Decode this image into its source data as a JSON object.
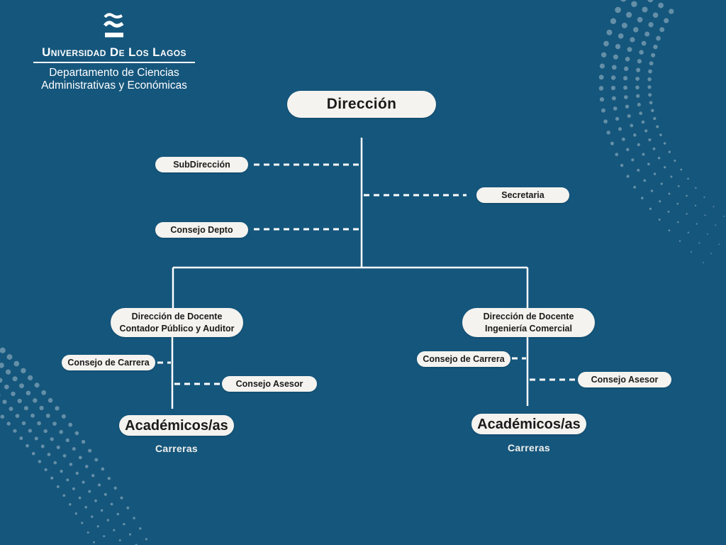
{
  "colors": {
    "background": "#15567C",
    "dots": "#7299AF",
    "node_fill": "#F4F3EF",
    "node_text": "#1B1B1B",
    "connector": "#FFFFFF"
  },
  "logo": {
    "university": "Universidad De Los Lagos",
    "department": "Departamento de Ciencias Administrativas y Económicas"
  },
  "org": {
    "direccion": "Dirección",
    "subdireccion": "SubDirección",
    "secretaria": "Secretaria",
    "consejo_depto": "Consejo Depto",
    "left": {
      "line1": "Dirección de Docente",
      "line2": "Contador Público y Auditor",
      "consejo_carrera": "Consejo de Carrera",
      "consejo_asesor": "Consejo Asesor",
      "academicos": "Académicos/as",
      "carreras": "Carreras"
    },
    "right": {
      "line1": "Dirección de Docente",
      "line2": "Ingeniería Comercial",
      "consejo_carrera": "Consejo de Carrera",
      "consejo_asesor": "Consejo Asesor",
      "academicos": "Académicos/as",
      "carreras": "Carreras"
    }
  }
}
